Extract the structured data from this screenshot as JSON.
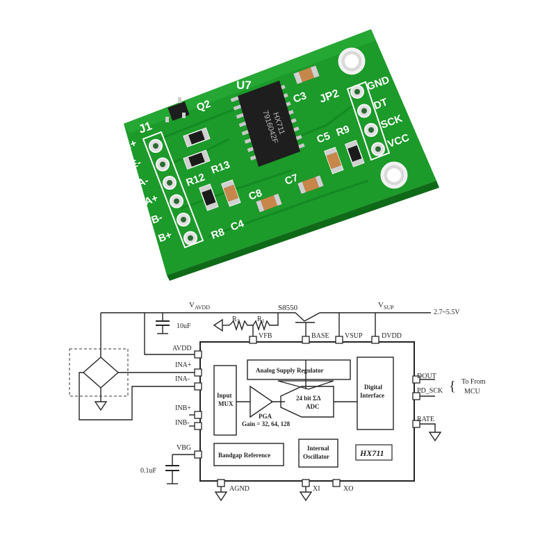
{
  "board": {
    "ic": {
      "name": "U7",
      "line1": "HX711",
      "line2": "7916042F"
    },
    "transistor": "Q2",
    "header_left": {
      "name": "J1",
      "pins": [
        "E+",
        "E-",
        "A-",
        "A+",
        "B-",
        "B+"
      ]
    },
    "header_right": {
      "name": "JP2",
      "pins": [
        "GND",
        "DT",
        "SCK",
        "VCC"
      ]
    },
    "components": [
      "C3",
      "C5",
      "R9",
      "R12",
      "R13",
      "C8",
      "C7",
      "R8",
      "C4"
    ],
    "colors": {
      "pcb": "#1c9a2a",
      "pad": "#e0e0e0",
      "silk": "#ffffff"
    }
  },
  "schematic": {
    "chip": "HX711",
    "rails": {
      "avdd": "AVDD",
      "avdd_prefix": "V",
      "vsup": "SUP",
      "vsup_prefix": "V",
      "supply": "2.7~5.5V"
    },
    "transistor": "S8550",
    "resistors": [
      "R",
      "R"
    ],
    "res_sub": [
      "2",
      "1"
    ],
    "caps": {
      "avdd_cap": "10uF",
      "vbg_cap": "0.1uF"
    },
    "pins": {
      "vfb": "VFB",
      "base": "BASE",
      "vsup": "VSUP",
      "dvdd": "DVDD",
      "avdd": "AVDD",
      "ina_p": "INA+",
      "ina_m": "INA-",
      "inb_p": "INB+",
      "inb_m": "INB-",
      "vbg": "VBG",
      "agnd": "AGND",
      "xi": "XI",
      "xo": "XO",
      "dout": "DOUT",
      "pd_sck": "PD_SCK",
      "rate": "RATE"
    },
    "blocks": {
      "regulator": "Analog Supply Regulator",
      "mux_1": "Input",
      "mux_2": "MUX",
      "pga": "PGA",
      "gain": "Gain = 32, 64, 128",
      "adc_1": "24 bit ΣΔ",
      "adc_2": "ADC",
      "digital_1": "Digital",
      "digital_2": "Interface",
      "bandgap": "Bandgap Reference",
      "osc_1": "Internal",
      "osc_2": "Oscillator"
    },
    "mcu_1": "To From",
    "mcu_2": "MCU"
  }
}
